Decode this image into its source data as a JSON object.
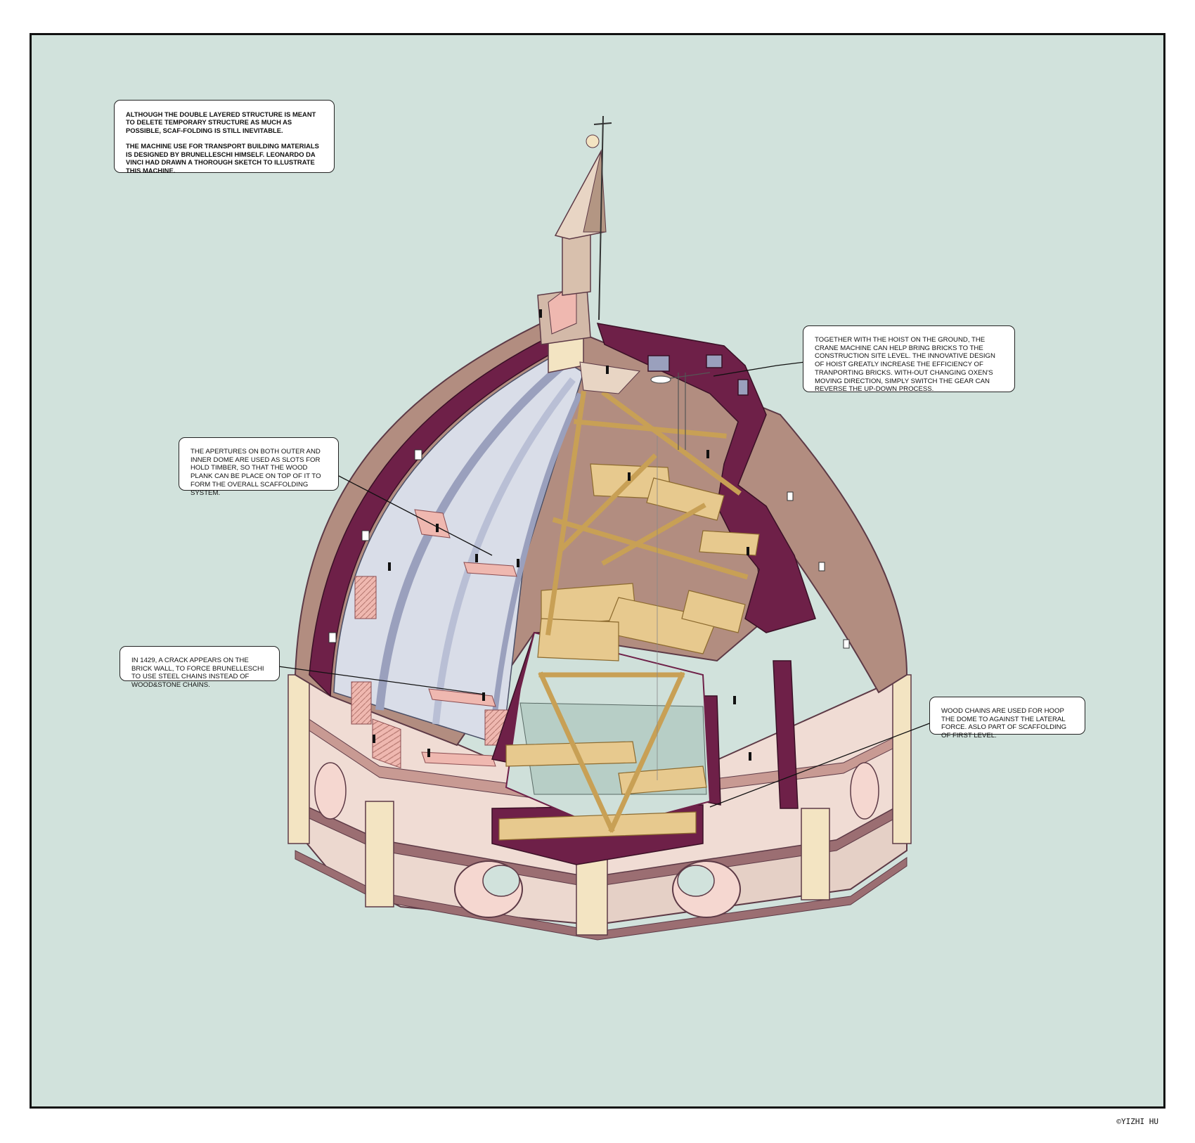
{
  "callouts": {
    "scaffolding_intro": {
      "p1": "ALTHOUGH THE DOUBLE LAYERED STRUCTURE IS MEANT TO DELETE TEMPORARY STRUCTURE AS MUCH AS POSSIBLE, SCAF-FOLDING IS STILL INEVITABLE.",
      "p2": "THE MACHINE USE FOR TRANSPORT BUILDING MATERIALS IS DESIGNED BY BRUNELLESCHI HIMSELF. LEONARDO DA VINCI HAD DRAWN A THOROUGH SKETCH TO ILLUSTRATE THIS MACHINE."
    },
    "crane_machine": "TOGETHER WITH THE HOIST ON THE GROUND, THE CRANE MACHINE CAN HELP BRING BRICKS TO THE CONSTRUCTION SITE LEVEL. THE INNOVATIVE DESIGN OF HOIST GREATLY INCREASE THE EFFICIENCY OF TRANPORTING BRICKS. WITH-OUT CHANGING OXEN'S MOVING DIRECTION, SIMPLY SWITCH THE GEAR CAN REVERSE THE UP-DOWN PROCESS.",
    "apertures": "THE APERTURES ON BOTH OUTER AND INNER DOME ARE USED AS SLOTS FOR HOLD TIMBER, SO THAT THE WOOD PLANK CAN BE PLACE ON TOP OF IT TO FORM THE OVERALL SCAFFOLDING SYSTEM.",
    "crack_1429": "IN 1429, A CRACK APPEARS ON THE BRICK WALL, TO FORCE BRUNELLESCHI TO USE STEEL CHAINS INSTEAD OF  WOOD&STONE CHAINS.",
    "wood_chains": "WOOD CHAINS ARE USED FOR HOOP THE DOME TO AGAINST THE LATERAL FORCE. ASLO PART OF SCAFFOLDING OF FIRST LEVEL."
  },
  "copyright": "©YIZHI HU",
  "colors": {
    "background": "#d1e2dc",
    "outer_shell": "#b28d80",
    "section_cut": "#6e2048",
    "inner_shell": "#d9dde8",
    "drum": "#f0dcd4",
    "pilaster": "#f3e4c2",
    "timber": "#e7c98e",
    "stair": "#efb8b0"
  }
}
